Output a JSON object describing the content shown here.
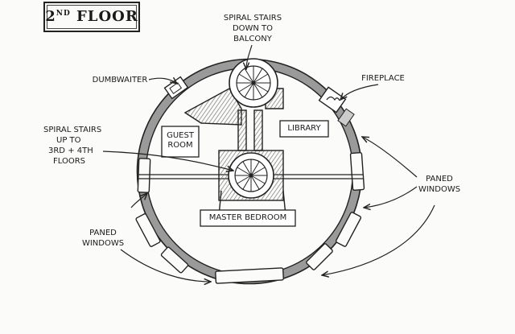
{
  "title": {
    "number": "2",
    "suffix": "ND",
    "word": "FLOOR"
  },
  "callouts": {
    "spiral_down": [
      "SPIRAL STAIRS",
      "DOWN TO",
      "BALCONY"
    ],
    "dumbwaiter": "DUMBWAITER",
    "fireplace": "FIREPLACE",
    "spiral_up": [
      "SPIRAL STAIRS",
      "UP TO",
      "3RD + 4TH",
      "FLOORS"
    ],
    "paned_windows_right": [
      "PANED",
      "WINDOWS"
    ],
    "paned_windows_left": [
      "PANED",
      "WINDOWS"
    ]
  },
  "rooms": {
    "guest": [
      "GUEST",
      "ROOM"
    ],
    "library": "LIBRARY",
    "master": "MASTER BEDROOM"
  }
}
